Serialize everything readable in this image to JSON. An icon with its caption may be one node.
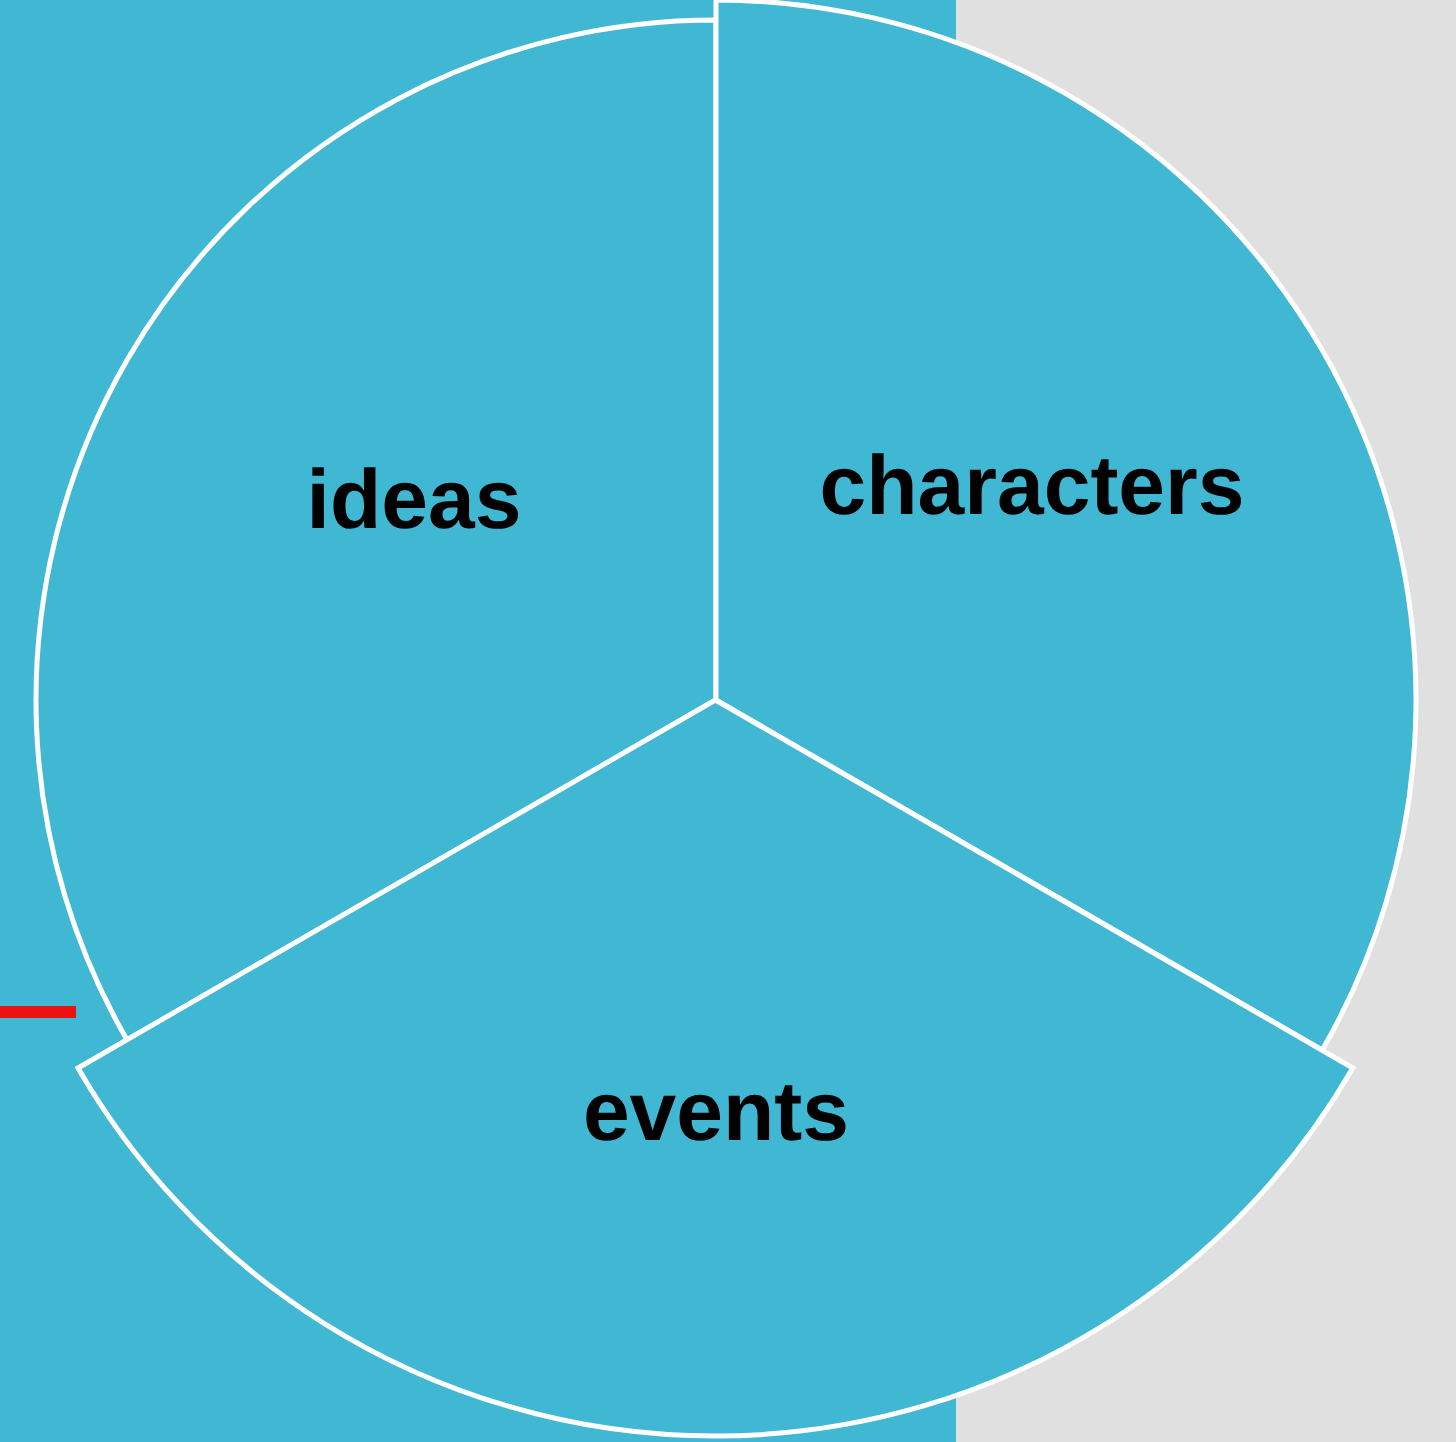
{
  "diagram": {
    "nodes": [
      {
        "text": [
          "ideas"
        ]
      },
      {
        "text": [
          "characters"
        ]
      },
      {
        "text": [
          "events"
        ]
      }
    ]
  }
}
